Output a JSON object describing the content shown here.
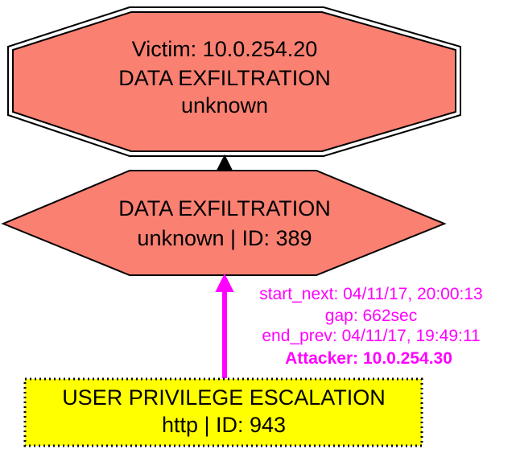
{
  "nodes": {
    "victim": {
      "lines": [
        "Victim: 10.0.254.20",
        "DATA EXFILTRATION",
        "unknown"
      ],
      "fill": "#fa8072",
      "shape": "double-octagon"
    },
    "exfil": {
      "lines": [
        "DATA EXFILTRATION",
        "unknown | ID: 389"
      ],
      "fill": "#fa8072",
      "shape": "hexagon"
    },
    "escalation": {
      "lines": [
        "USER PRIVILEGE ESCALATION",
        "http | ID: 943"
      ],
      "fill": "#ffff00",
      "shape": "dotted-box"
    }
  },
  "edges": {
    "exfil_to_victim": {
      "color": "#000000"
    },
    "escalation_to_exfil": {
      "color": "#ff00ff",
      "labels": [
        "start_next: 04/11/17, 20:00:13",
        "gap: 662sec",
        "end_prev: 04/11/17, 19:49:11"
      ],
      "attacker_label": "Attacker: 10.0.254.30"
    }
  }
}
